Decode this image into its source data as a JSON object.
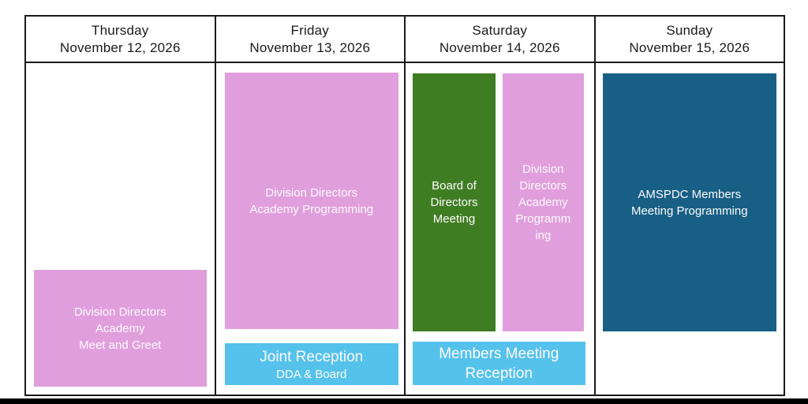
{
  "colors": {
    "pink": "#E19EDC",
    "green": "#3F7D23",
    "light_blue": "#55C2EC",
    "teal": "#175F85",
    "border": "#1A1A1A",
    "header_text": "#1A1A1A",
    "event_text": "#FFFFFF",
    "footer_bar": "#000000"
  },
  "columns": [
    {
      "day": "Thursday",
      "date": "November 12, 2026",
      "events": [
        {
          "label": "Division Directors\nAcademy\nMeet and Greet",
          "color": "pink"
        }
      ]
    },
    {
      "day": "Friday",
      "date": "November 13, 2026",
      "events": [
        {
          "label": "Division Directors\nAcademy Programming",
          "color": "pink"
        },
        {
          "label": "Joint Reception",
          "sublabel": "DDA & Board",
          "color": "light_blue"
        }
      ]
    },
    {
      "day": "Saturday",
      "date": "November 14, 2026",
      "events": [
        {
          "label": "Board of\nDirectors\nMeeting",
          "color": "green"
        },
        {
          "label": "Division\nDirectors\nAcademy\nProgramm\ning",
          "color": "pink"
        },
        {
          "label": "Members Meeting\nReception",
          "color": "light_blue"
        }
      ]
    },
    {
      "day": "Sunday",
      "date": "November 15, 2026",
      "events": [
        {
          "label": "AMSPDC Members\nMeeting Programming",
          "color": "teal"
        }
      ]
    }
  ]
}
